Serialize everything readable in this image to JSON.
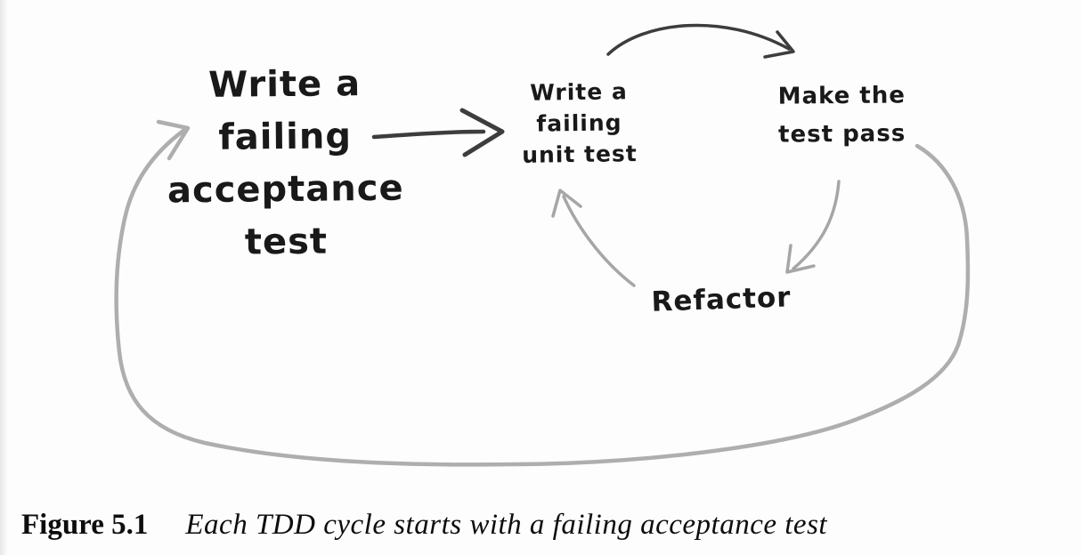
{
  "figure": {
    "nodes": {
      "acceptance": {
        "lines": [
          "Write a",
          "failing",
          "acceptance",
          "test"
        ]
      },
      "unit": {
        "lines": [
          "Write a",
          "failing",
          "unit test"
        ]
      },
      "pass": {
        "lines": [
          "Make the",
          "test pass"
        ]
      },
      "refactor": {
        "label": "Refactor"
      }
    },
    "edges": [
      {
        "from": "write-failing-acceptance-test",
        "to": "write-failing-unit-test",
        "style": "straight",
        "color": "#3d3d3d"
      },
      {
        "from": "write-failing-unit-test",
        "to": "make-the-test-pass",
        "style": "arc",
        "color": "#3d3d3d"
      },
      {
        "from": "make-the-test-pass",
        "to": "refactor",
        "style": "arc",
        "color": "#a6a6a6"
      },
      {
        "from": "refactor",
        "to": "write-failing-unit-test",
        "style": "arc",
        "color": "#a6a6a6"
      },
      {
        "from": "make-the-test-pass",
        "to": "write-failing-acceptance-test",
        "style": "outer-loop",
        "color": "#aeaeae"
      }
    ],
    "colors": {
      "ink": "#191919",
      "dark_arrow": "#3d3d3d",
      "gray_arrow": "#a6a6a6",
      "loop_arrow": "#aeaeae",
      "background": "#fdfdfd"
    }
  },
  "caption": {
    "label": "Figure 5.1",
    "text": "Each TDD cycle starts with a failing acceptance test"
  }
}
